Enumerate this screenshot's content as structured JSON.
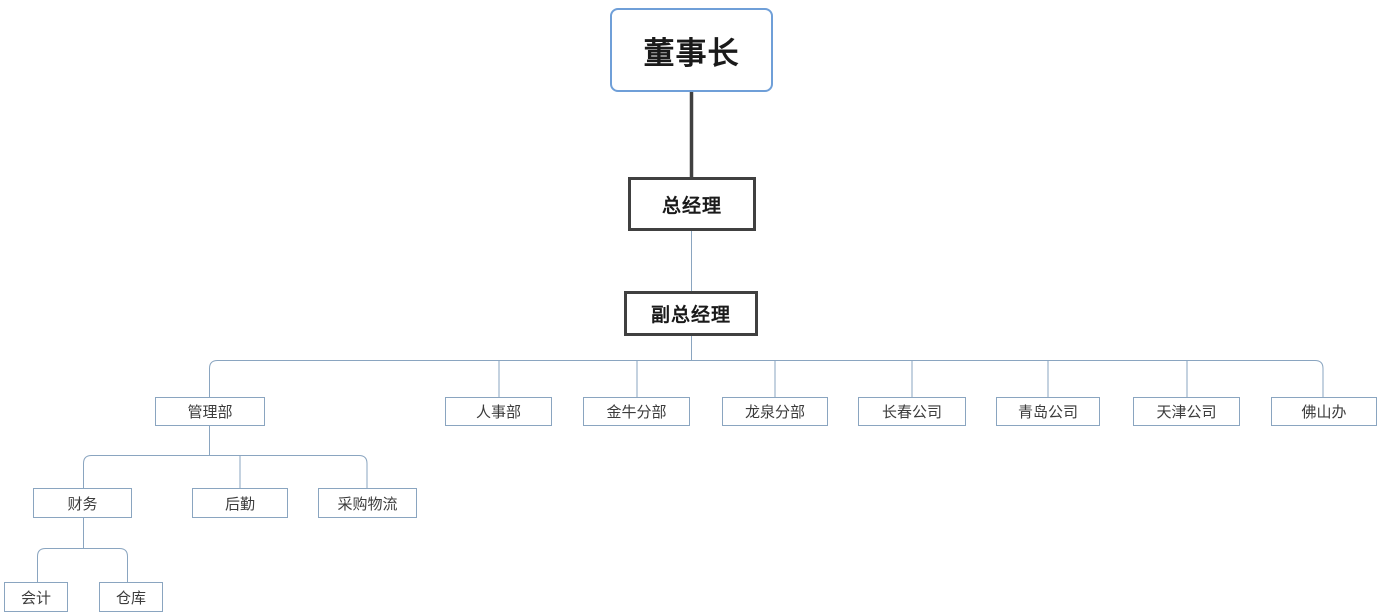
{
  "diagram": {
    "type": "org-chart",
    "nodes": {
      "chairman": {
        "label": "董事长"
      },
      "general_manager": {
        "label": "总经理"
      },
      "deputy_general_manager": {
        "label": "副总经理"
      },
      "management_dept": {
        "label": "管理部"
      },
      "hr_dept": {
        "label": "人事部"
      },
      "jinniu_branch": {
        "label": "金牛分部"
      },
      "longquan_branch": {
        "label": "龙泉分部"
      },
      "changchun_company": {
        "label": "长春公司"
      },
      "qingdao_company": {
        "label": "青岛公司"
      },
      "tianjin_company": {
        "label": "天津公司"
      },
      "foshan_office": {
        "label": "佛山办"
      },
      "finance": {
        "label": "财务"
      },
      "general_affairs": {
        "label": "后勤"
      },
      "procurement_logistics": {
        "label": "采购物流"
      },
      "accounting": {
        "label": "会计"
      },
      "warehouse": {
        "label": "仓库"
      }
    },
    "hierarchy": {
      "董事长": {
        "总经理": {
          "副总经理": {
            "管理部": {
              "财务": {
                "会计": {},
                "仓库": {}
              },
              "后勤": {},
              "采购物流": {}
            },
            "人事部": {},
            "金牛分部": {},
            "龙泉分部": {},
            "长春公司": {},
            "青岛公司": {},
            "天津公司": {},
            "佛山办": {}
          }
        }
      }
    },
    "colors": {
      "root_border": "#6f9fd8",
      "executive_border": "#404040",
      "department_border": "#8aa5c0",
      "connector_light": "#8aa5c0",
      "connector_dark": "#404040",
      "background": "#ffffff",
      "text": "#262626"
    }
  }
}
